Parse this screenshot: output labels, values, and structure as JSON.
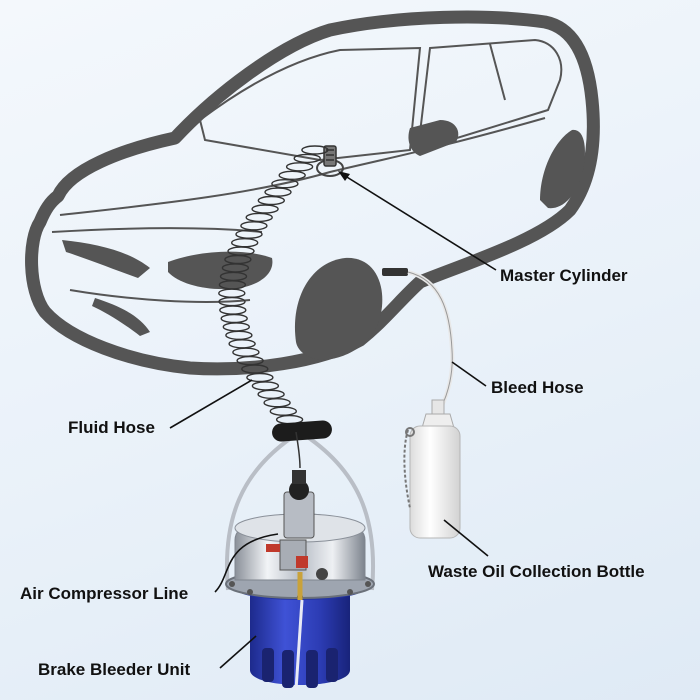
{
  "labels": {
    "master_cylinder": "Master Cylinder",
    "bleed_hose": "Bleed Hose",
    "fluid_hose": "Fluid Hose",
    "waste_bottle": "Waste Oil Collection Bottle",
    "air_line": "Air Compressor Line",
    "bleeder_unit": "Brake Bleeder Unit"
  },
  "colors": {
    "car_body": "#555555",
    "tank_blue": "#2f3fb8",
    "chrome": "#c9ced6",
    "hose_grip": "#1c1c1c",
    "bottle": "#f4f4f4"
  },
  "icons": {
    "car": "car-outline-icon",
    "bleeder": "brake-bleeder-icon",
    "bottle": "waste-bottle-icon"
  }
}
